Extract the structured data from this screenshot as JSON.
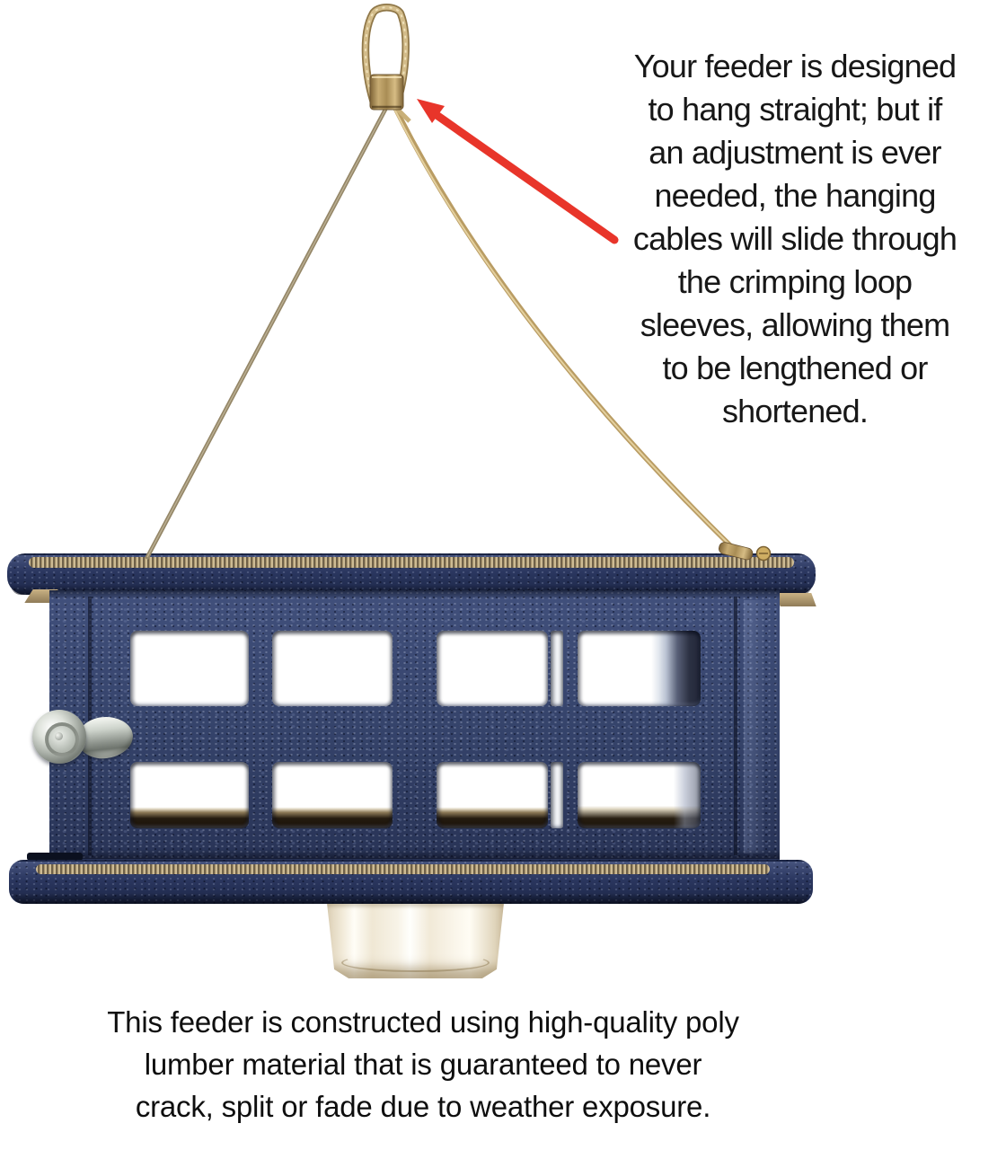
{
  "callout": {
    "lines": [
      "Your feeder is designed",
      "to hang straight; but if",
      "an adjustment is ever",
      "needed, the hanging",
      "cables will slide through",
      "the crimping loop",
      "sleeves, allowing them",
      "to be lengthened or",
      "shortened."
    ]
  },
  "footer": {
    "lines": [
      "This feeder is constructed using high-quality poly",
      "lumber material that is guaranteed to never",
      "crack, split or fade due to weather exposure."
    ]
  },
  "figure": {
    "subject": "hanging poly-lumber suet/hopper bird feeder",
    "parts": [
      "hanging-loop",
      "crimp-sleeve",
      "left-hanging-cable",
      "right-hanging-cable",
      "cable-ferrule",
      "feeder-lid",
      "feeder-body",
      "grid-windows",
      "wing-nut",
      "seed-tray",
      "clear-feed-cup"
    ],
    "annotation_arrow_points_to": "crimping loop sleeve"
  },
  "colors": {
    "background": "#ffffff",
    "text": "#171717",
    "arrow_red": "#e8352a",
    "feeder_navy": "#31406a",
    "lid_navy": "#27335a",
    "rib_tan": "#c0ad87",
    "cable_gold": "#c9ae7a",
    "cable_gray": "#948667",
    "brass": "#b3924f",
    "hardware_silver": "#d8dcd6",
    "cup_tint": "#dbc9a2"
  }
}
